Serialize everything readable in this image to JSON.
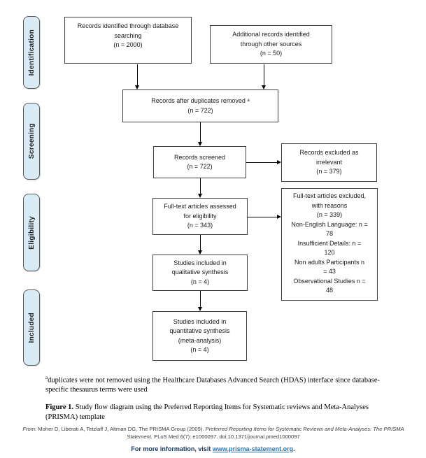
{
  "colors": {
    "sidebar_fill": "#d9ecf6",
    "sidebar_border": "#595959",
    "box_border": "#3f3f3f",
    "arrow": "#000000",
    "footer_text": "#17365d",
    "link": "#2e74b5"
  },
  "sidebar": {
    "items": [
      {
        "id": "identification",
        "label": "Identification"
      },
      {
        "id": "screening",
        "label": "Screening"
      },
      {
        "id": "eligibility",
        "label": "Eligibility"
      },
      {
        "id": "included",
        "label": "Included"
      }
    ]
  },
  "flow": {
    "identified_db": {
      "lines": [
        "Records identified through database",
        "searching",
        "(n = 2000)"
      ]
    },
    "identified_other": {
      "lines": [
        "Additional records identified",
        "through other sources",
        "(n = 50)"
      ]
    },
    "after_duplicates": {
      "lines": [
        "Records after duplicates removed ᵃ",
        "(n = 722)"
      ]
    },
    "screened": {
      "lines": [
        "Records screened",
        "(n = 722)"
      ]
    },
    "excluded_irrelevant": {
      "lines": [
        "Records excluded as",
        "irrelevant",
        "(n = 379)"
      ]
    },
    "fulltext_assessed": {
      "lines": [
        "Full-text articles assessed",
        "for eligibility",
        "(n = 343)"
      ]
    },
    "fulltext_excluded": {
      "lines": [
        "Full-text articles excluded,",
        "with reasons",
        "(n = 339)",
        "Non-English Language: n =",
        "78",
        "Insufficient Details: n =",
        "120",
        "Non adults Participants n",
        "= 43",
        "Observational Studies n =",
        "48"
      ]
    },
    "qualitative": {
      "lines": [
        "Studies included in",
        "qualitative synthesis",
        "(n = 4)"
      ]
    },
    "quantitative": {
      "lines": [
        "Studies included in",
        "quantitative synthesis",
        "(meta-analysis)",
        "(n = 4)"
      ]
    }
  },
  "footnote": {
    "marker": "a",
    "text": "duplicates were not removed using the Healthcare Databases Advanced Search (HDAS) interface since database-specific thesaurus terms were used"
  },
  "caption": {
    "label": "Figure 1.",
    "text": "Study flow diagram using the Preferred Reporting Items for Systematic reviews and Meta-Analyses (PRISMA) template"
  },
  "citation": {
    "from_label": "From:",
    "authors": "Moher D, Liberati A, Tetzlaff J, Altman DG, The PRISMA Group (2009).",
    "title": "Preferred Reporting Items for Systematic Reviews and Meta-Analyses: The PRISMA Statement.",
    "rest": "PLoS Med 6(7): e1000097. doi:10.1371/journal.pmed1000097"
  },
  "footer": {
    "prefix": "For more information, visit",
    "link": "www.prisma-statement.org",
    "suffix": "."
  }
}
